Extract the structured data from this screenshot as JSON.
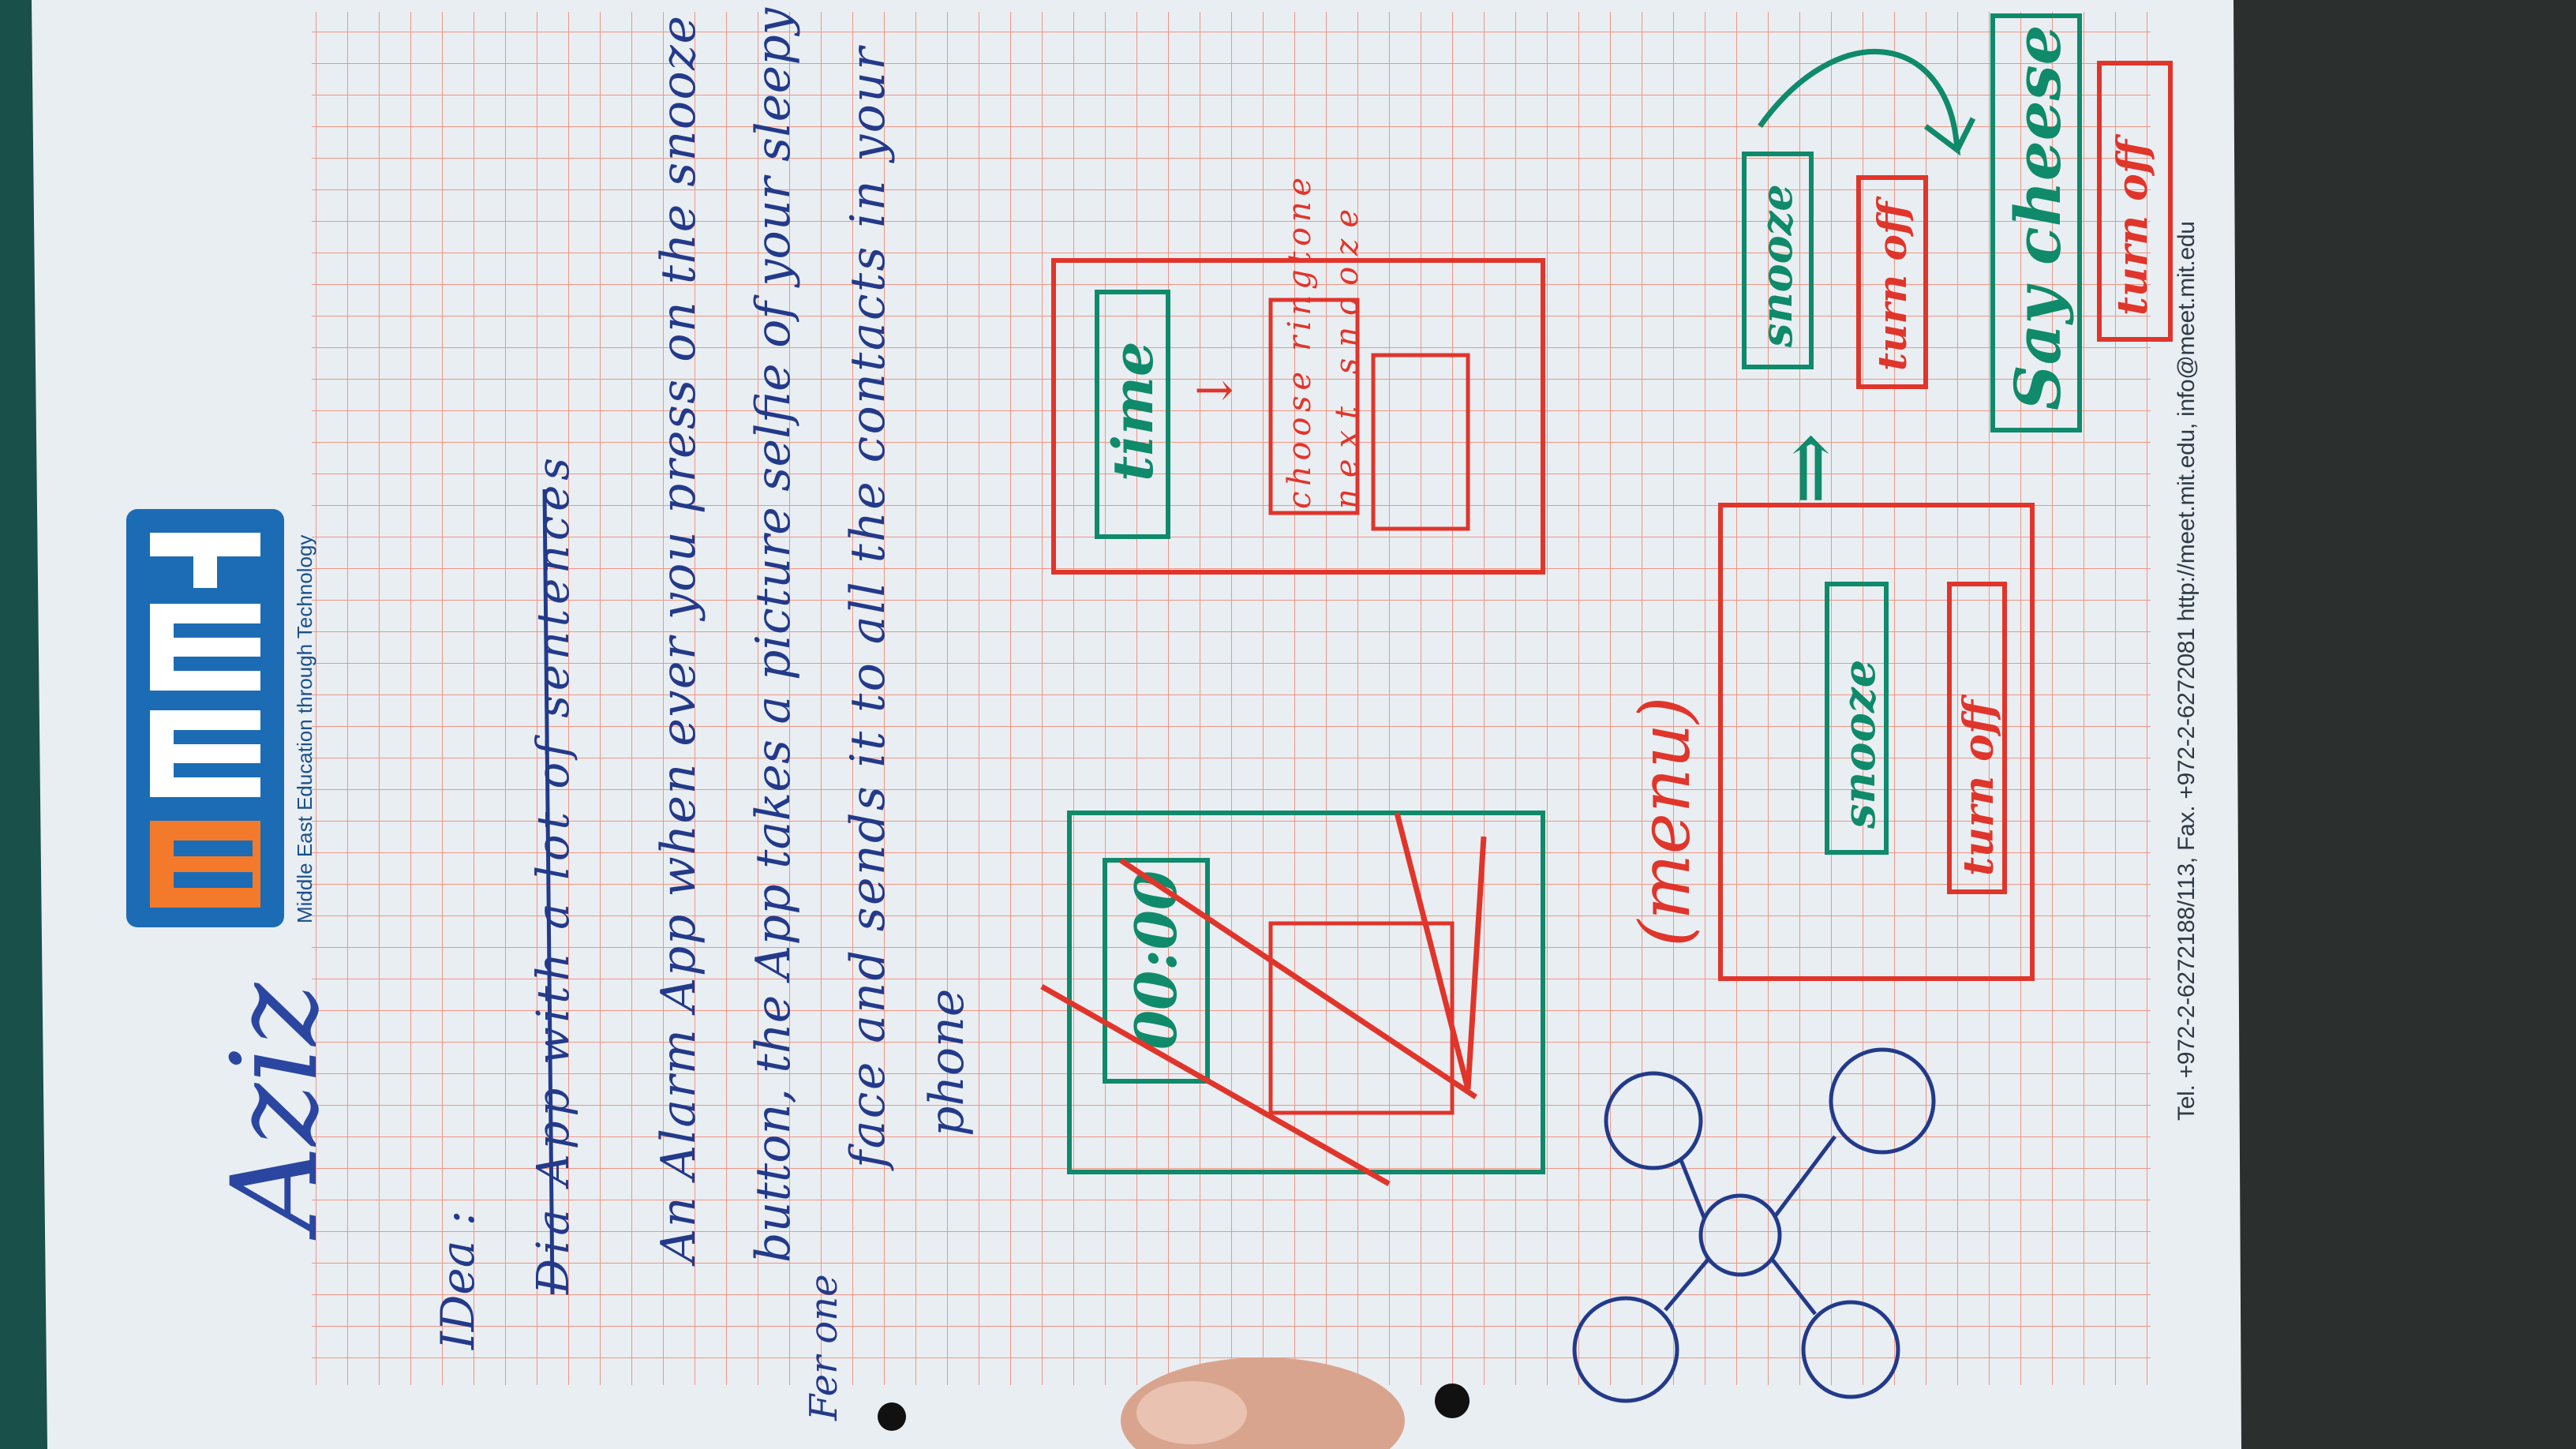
{
  "logo": {
    "word": "MEET",
    "tagline": "Middle East Education through Technology",
    "colors": {
      "blue": "#1b6cb5",
      "orange": "#f27a2a"
    }
  },
  "footer": {
    "contact": "Tel. +972-2-6272188/113, Fax. +972-2-6272081 http://meet.mit.edu, info@meet.mit.edu"
  },
  "handwriting": {
    "signature": "Aziz",
    "idea_label": "IDea :",
    "struck_line": "Dia App with a lot of sentences",
    "line1": "An Alarm App when ever you press on the snooze",
    "line2": "button, the App takes a picture selfie of your sleepy",
    "line3": "face and sends it to all the contacts in your",
    "line4": "phone",
    "margin_note": "Fer one"
  },
  "sketch_clock": {
    "time": "00:00"
  },
  "sketch_settings": {
    "title": "time",
    "line1": "choose ringtone",
    "line2": "next snooze"
  },
  "sketch_menu": {
    "label": "(menu)",
    "snooze": "snooze",
    "turn_off": "turn off"
  },
  "sketch_alarm": {
    "snooze": "snooze",
    "turn_off": "turn off"
  },
  "sketch_camera": {
    "say_cheese": "Say cheese",
    "turn_off": "turn off"
  },
  "colors": {
    "paper": "#e9eef2",
    "grid": "#f08b78",
    "ink_blue": "#233a8a",
    "marker_red": "#e0352b",
    "marker_green": "#0f8a6a"
  }
}
